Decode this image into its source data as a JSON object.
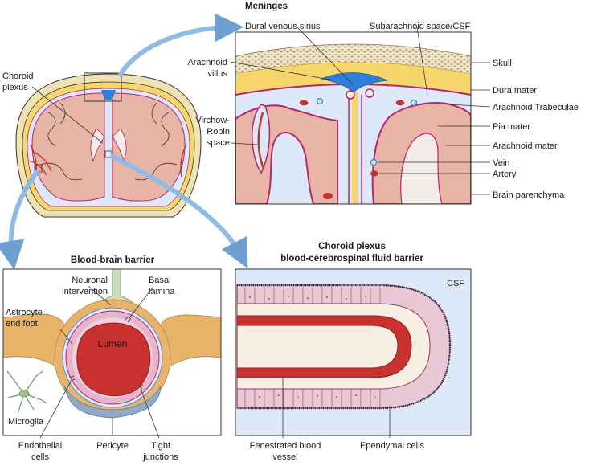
{
  "meninges": {
    "title": "Meninges",
    "dural_venous_sinus": "Dural venous sinus",
    "subarachnoid_space": "Subarachnoid space/CSF",
    "arachnoid_villus": [
      "Arachnoid",
      "villus"
    ],
    "virchow_robin": [
      "Virchow-",
      "Robin",
      "space"
    ],
    "skull": "Skull",
    "dura_mater": "Dura mater",
    "arachnoid_trabeculae": "Arachnoid Trabeculae",
    "pia_mater": "Pia mater",
    "arachnoid_mater": "Arachnoid mater",
    "vein": "Vein",
    "artery": "Artery",
    "brain_parenchyma": "Brain parenchyma"
  },
  "brain": {
    "choroid_plexus": [
      "Choroid",
      "plexus"
    ]
  },
  "bbb": {
    "title": "Blood-brain barrier",
    "neuronal_intervention": [
      "Neuronal",
      "intervention"
    ],
    "basal_lamina": [
      "Basal",
      "lamina"
    ],
    "astrocyte_end_foot": [
      "Astrocyte",
      "end foot"
    ],
    "lumen": "Lumen",
    "microglia": "Microglia",
    "endothelial_cells": [
      "Endothelial",
      "cells"
    ],
    "pericyte": "Pericyte",
    "tight_junctions": [
      "Tight",
      "junctions"
    ]
  },
  "choroid": {
    "title": [
      "Choroid plexus",
      "blood-cerebrospinal fluid barrier"
    ],
    "csf": "CSF",
    "fenestrated_vessel": [
      "Fenestrated blood",
      "vessel"
    ],
    "ependymal_cells": "Ependymal cells"
  },
  "colors": {
    "parenchyma": "#e8b4a6",
    "dura": "#f7d76b",
    "csf_blue": "#dde9f8",
    "pia": "#b8246f",
    "vessel_red": "#c8312f",
    "sinus_blue": "#2e7fd9",
    "arrow_blue": "#8fbbe6",
    "astrocyte": "#e8b46a",
    "pericyte": "#8fa9c7"
  }
}
